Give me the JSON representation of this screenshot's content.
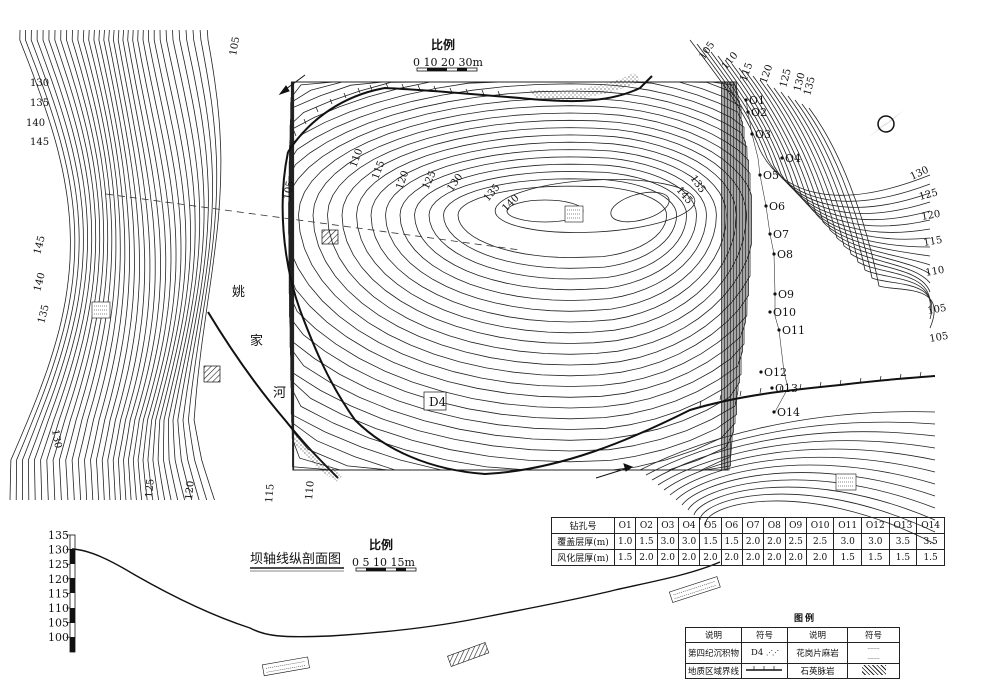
{
  "scale_main": {
    "title": "比例",
    "ticks": "0 10 20 30m"
  },
  "scale_profile": {
    "title": "比例",
    "ticks": "0  5 10 15m"
  },
  "river": {
    "chars": [
      "姚",
      "家",
      "河"
    ]
  },
  "zone_label": "D4",
  "contour_labels_left": [
    "130",
    "135",
    "140",
    "145",
    "145",
    "140",
    "135",
    "130",
    "125",
    "120",
    "115",
    "110",
    "105"
  ],
  "contour_labels_main": [
    "105",
    "110",
    "115",
    "120",
    "125",
    "130",
    "135",
    "140",
    "145",
    "105",
    "110",
    "115",
    "120",
    "125",
    "130",
    "135",
    "135",
    "130",
    "125",
    "120",
    "115",
    "110",
    "105",
    "105"
  ],
  "boreholes": [
    "O1",
    "O2",
    "O3",
    "O4",
    "O5",
    "O6",
    "O7",
    "O8",
    "O9",
    "O10",
    "O11",
    "O12",
    "O13",
    "O14"
  ],
  "bore_table": {
    "headers": [
      "钻孔号",
      "O1",
      "O2",
      "O3",
      "O4",
      "O5",
      "O6",
      "O7",
      "O8",
      "O9",
      "O10",
      "O11",
      "O12",
      "O13",
      "O14"
    ],
    "rows": [
      {
        "label": "覆盖层厚(m)",
        "values": [
          "1.0",
          "1.5",
          "3.0",
          "3.0",
          "1.5",
          "1.5",
          "2.0",
          "2.0",
          "2.5",
          "2.5",
          "3.0",
          "3.0",
          "3.5",
          "3.5"
        ]
      },
      {
        "label": "风化层厚(m)",
        "values": [
          "1.5",
          "2.0",
          "2.0",
          "2.0",
          "2.0",
          "2.0",
          "2.0",
          "2.0",
          "2.0",
          "2.0",
          "1.5",
          "1.5",
          "1.5",
          "1.5"
        ]
      }
    ]
  },
  "profile": {
    "title": "坝轴线纵剖面图",
    "y_ticks": [
      "135",
      "130",
      "125",
      "120",
      "115",
      "110",
      "105",
      "100"
    ]
  },
  "legend": {
    "title": "图例",
    "head": {
      "desc": "说明",
      "sym": "符号",
      "desc2": "说明",
      "sym2": "符号"
    },
    "row1": {
      "desc": "第四纪沉积物",
      "sym": "D4",
      "desc2": "花岗片麻岩"
    },
    "row2": {
      "desc": "地质区域界线",
      "desc2": "石英脉岩"
    }
  }
}
